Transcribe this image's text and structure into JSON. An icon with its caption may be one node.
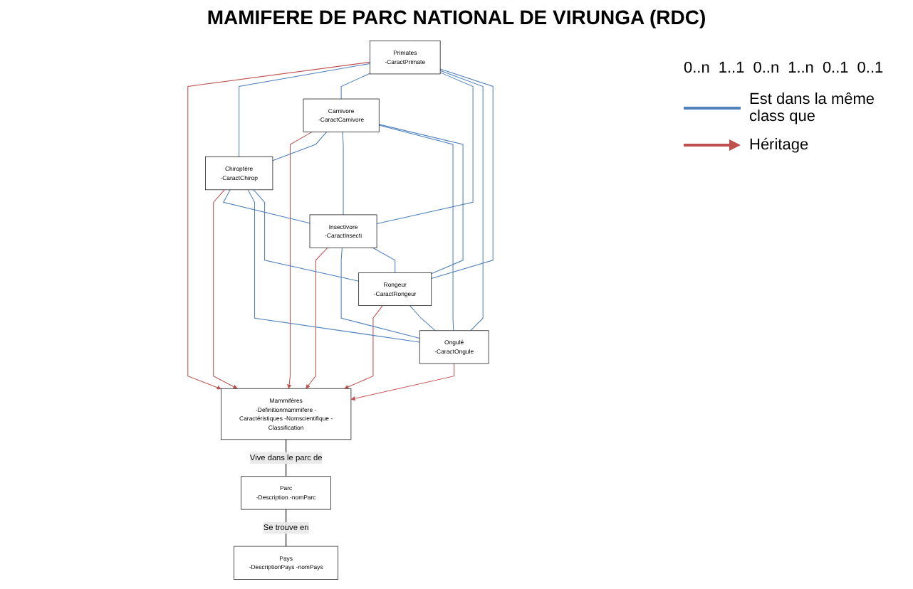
{
  "diagram": {
    "title": "MAMIFERE DE PARC NATIONAL DE VIRUNGA (RDC)",
    "nodes": [
      {
        "text": [
          "Mammifères",
          "-Definitionmammifere -Caractéristiques -Nomscientifique -Classification"
        ]
      },
      {
        "text": [
          "Parc",
          "-Description -nomParc"
        ]
      },
      {
        "text": [
          "Primates",
          "-CaractPrimate"
        ]
      },
      {
        "text": [
          "Chiroptère",
          "-CaractChirop"
        ]
      },
      {
        "text": [
          "Carnivore",
          "-CaractCarnivore"
        ]
      },
      {
        "text": [
          "Pays",
          "-DescriptionPays -nomPays"
        ]
      },
      {
        "text": [
          "Insectivore",
          "-CaractInsecti"
        ]
      },
      {
        "text": [
          "Ongulé",
          "-CaractOngule"
        ]
      },
      {
        "text": [
          "Rongeur",
          "-CaractRongeur"
        ]
      }
    ],
    "edges": [
      {
        "from": 0,
        "to": 1,
        "arrow": "none",
        "label": "Vive dans le parc de",
        "color": "#000000"
      },
      {
        "from": 1,
        "to": 5,
        "arrow": "none",
        "label": "Se trouve en",
        "color": "#000000"
      },
      {
        "from": 2,
        "to": 0,
        "arrow": "to",
        "color": "#c0504d"
      },
      {
        "from": 4,
        "to": 0,
        "arrow": "to",
        "color": "#c0504d"
      },
      {
        "from": 6,
        "to": 0,
        "arrow": "to",
        "color": "#c0504d"
      },
      {
        "from": 8,
        "to": 0,
        "arrow": "to",
        "color": "#c0504d"
      },
      {
        "from": 7,
        "to": 0,
        "arrow": "to",
        "color": "#c0504d"
      },
      {
        "from": 3,
        "to": 0,
        "arrow": "to",
        "color": "#c0504d"
      },
      {
        "from": 2,
        "to": 3,
        "arrow": "none"
      },
      {
        "from": 2,
        "to": 4,
        "arrow": "none"
      },
      {
        "from": 2,
        "to": 6,
        "arrow": "none"
      },
      {
        "from": 2,
        "to": 7,
        "arrow": "none"
      },
      {
        "from": 2,
        "to": 8,
        "arrow": "none"
      },
      {
        "from": 4,
        "to": 3,
        "arrow": "none"
      },
      {
        "from": 4,
        "to": 6,
        "arrow": "none"
      },
      {
        "from": 4,
        "to": 7,
        "arrow": "none"
      },
      {
        "from": 4,
        "to": 8,
        "arrow": "none"
      },
      {
        "from": 3,
        "to": 6,
        "arrow": "none"
      },
      {
        "from": 3,
        "to": 7,
        "arrow": "none"
      },
      {
        "from": 3,
        "to": 8,
        "arrow": "none"
      },
      {
        "from": 6,
        "to": 7,
        "arrow": "none"
      },
      {
        "from": 6,
        "to": 8,
        "arrow": "none"
      },
      {
        "from": 8,
        "to": 7,
        "arrow": "none"
      }
    ],
    "labels": [
      "0..n",
      "1..1",
      "0..n",
      "1..n",
      "0..1",
      "0..1"
    ],
    "legend": [
      {
        "text": "Est dans la même class que"
      },
      {
        "text": "Héritage"
      }
    ]
  }
}
